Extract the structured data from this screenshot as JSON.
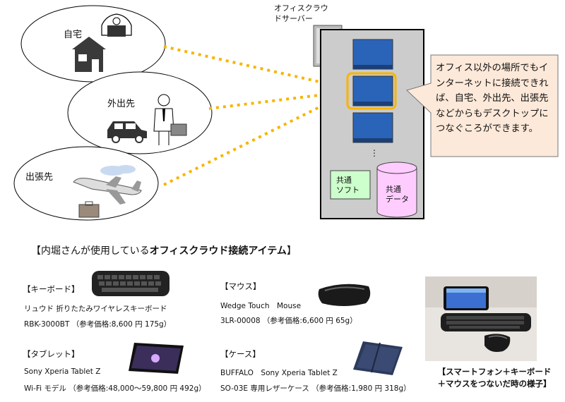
{
  "diagram": {
    "locations": [
      {
        "id": "home",
        "label": "自宅"
      },
      {
        "id": "outing",
        "label": "外出先"
      },
      {
        "id": "trip",
        "label": "出張先"
      }
    ],
    "server_label_line1": "オフィスクラウ",
    "server_label_line2": "ドサーバー",
    "callout": "オフィス以外の場所でもインターネットに接続できれば、自宅、外出先、出張先などからもデスクトップにつなぐころができます。",
    "shared_software": "共通\nソフト",
    "shared_data": "共通\nデータ",
    "ellipsis": "⋮",
    "colors": {
      "accent": "#f7b500",
      "callout_bg": "#fde9d9",
      "soft_bg": "#ccffcc",
      "data_bg": "#ffccff",
      "server_box": "#cccccc"
    }
  },
  "items_section": {
    "heading_bracket_open": "【",
    "heading_plain": "内堀さんが使用している",
    "heading_bold": "オフィスクラウド接続アイテム",
    "heading_bracket_close": "】",
    "keyboard": {
      "title": "【キーボード】",
      "line1": "リュウド 折りたたみワイヤレスキーボード",
      "line2": "RBK-3000BT （参考価格:8,600 円 175g）"
    },
    "mouse": {
      "title": "【マウス】",
      "line1": "Wedge Touch　Mouse",
      "line2": "3LR-00008 （参考価格:6,600 円 65g）"
    },
    "tablet": {
      "title": "【タブレット】",
      "line1": "Sony Xperia Tablet Z",
      "line2": "Wi-Fi モデル （参考価格:48,000～59,800 円 492g）"
    },
    "case": {
      "title": "【ケース】",
      "line1": "BUFFALO　Sony Xperia Tablet Z",
      "line2": "SO-03E 専用レザーケース （参考価格:1,980 円 318g）"
    },
    "photo_caption_line1": "【スマートフォン＋キーボード",
    "photo_caption_line2": "＋マウスをつないだ時の様子】"
  }
}
